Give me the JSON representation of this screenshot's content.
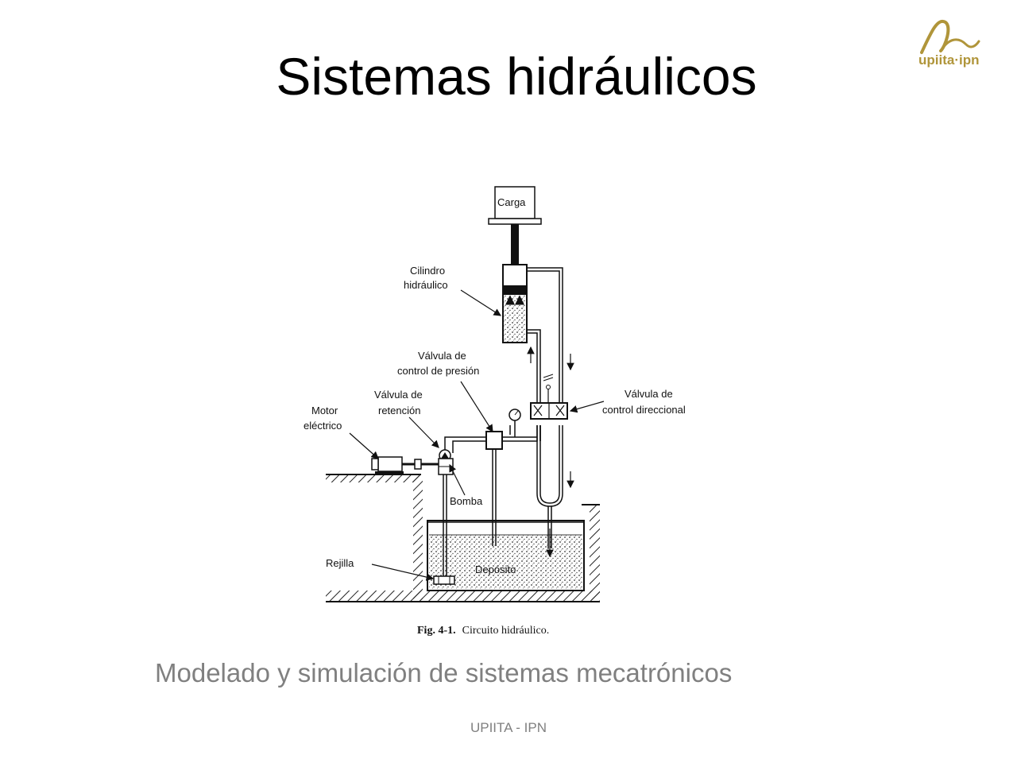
{
  "slide": {
    "title": "Sistemas hidráulicos",
    "subtitle": "Modelado y simulación de sistemas mecatrónicos",
    "footer": "UPIITA - IPN"
  },
  "logo": {
    "text": "upiita·ipn",
    "color": "#b0953a"
  },
  "diagram": {
    "labels": {
      "carga": "Carga",
      "cilindro_1": "Cilindro",
      "cilindro_2": "hidráulico",
      "presion_1": "Válvula de",
      "presion_2": "control de presión",
      "retencion_1": "Válvula de",
      "retencion_2": "retención",
      "motor_1": "Motor",
      "motor_2": "eléctrico",
      "direccional_1": "Válvula de",
      "direccional_2": "control direccional",
      "bomba": "Bomba",
      "rejilla": "Rejilla",
      "deposito": "Depósito"
    },
    "caption": {
      "number": "Fig. 4-1.",
      "text": "Circuito hidráulico."
    }
  }
}
